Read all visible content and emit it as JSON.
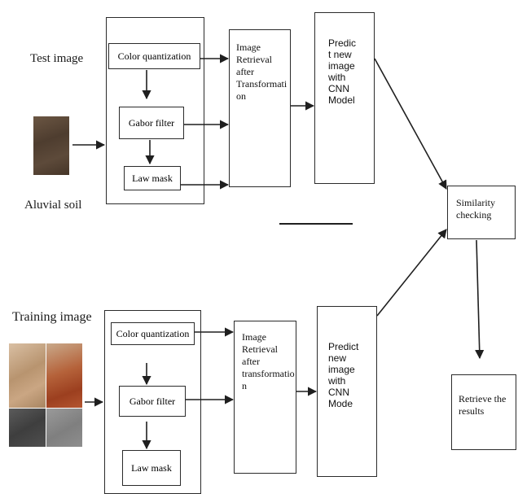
{
  "test_section": {
    "title": "Test image",
    "soil_label": "Aluvial soil",
    "steps": {
      "color_quantization": "Color quantization",
      "gabor_filter": "Gabor filter",
      "law_mask": "Law mask"
    },
    "retrieval": "Image\nRetrieval\nafter\nTransformati\non",
    "predict": "Predic\nt new\nimage\nwith\nCNN\nModel"
  },
  "training_section": {
    "title": "Training image",
    "steps": {
      "color_quantization": "Color quantization",
      "gabor_filter": "Gabor filter",
      "law_mask": "Law mask"
    },
    "retrieval": "Image\nRetrieval\nafter\ntransformatio\nn",
    "predict": "Predict\nnew\nimage\nwith\nCNN\nMode"
  },
  "similarity": "Similarity\nchecking",
  "retrieve": "Retrieve the\nresults",
  "colors": {
    "line": "#1f1f1f",
    "soil_test": "#5a4636",
    "soil_tan": "#c9a887",
    "soil_red": "#b4562e",
    "soil_dark": "#4b4b4b",
    "soil_gray": "#8e8e8e"
  }
}
